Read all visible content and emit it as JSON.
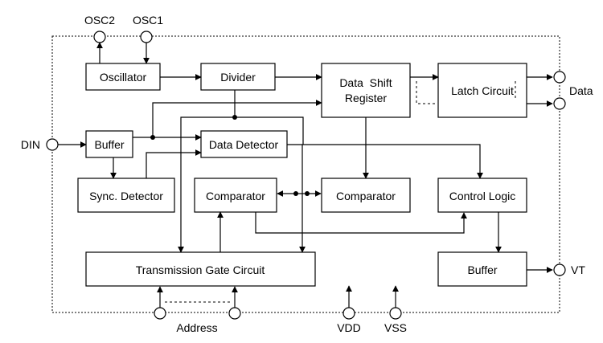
{
  "blocks": {
    "oscillator": "Oscillator",
    "divider": "Divider",
    "shift_register_line1": "Data  Shift",
    "shift_register_line2": "Register",
    "latch": "Latch Circuit",
    "buffer_in": "Buffer",
    "data_detector": "Data Detector",
    "sync_detector": "Sync. Detector",
    "comparator_left": "Comparator",
    "comparator_right": "Comparator",
    "control_logic": "Control Logic",
    "transmission_gate": "Transmission Gate Circuit",
    "buffer_out": "Buffer"
  },
  "pins": {
    "osc2": "OSC2",
    "osc1": "OSC1",
    "din": "DIN",
    "data": "Data",
    "vt": "VT",
    "address": "Address",
    "vdd": "VDD",
    "vss": "VSS"
  }
}
